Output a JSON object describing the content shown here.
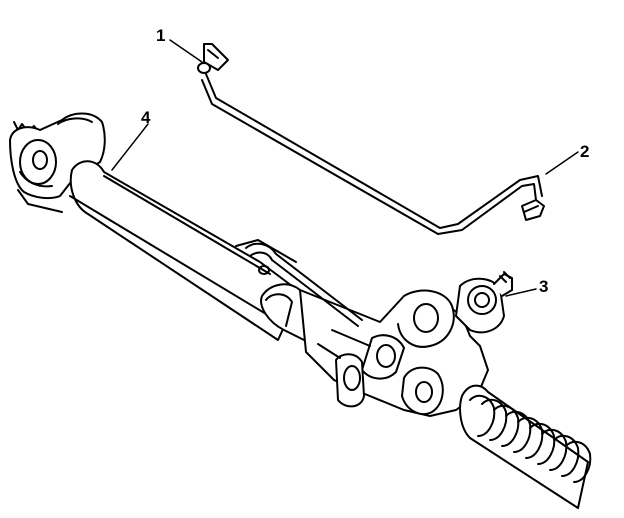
{
  "callouts": [
    {
      "label": "1",
      "part": "pipe-fitting-top"
    },
    {
      "label": "2",
      "part": "pipe-fitting-end"
    },
    {
      "label": "3",
      "part": "valve-inlet-fitting"
    },
    {
      "label": "4",
      "part": "rack-housing-tube"
    }
  ],
  "colors": {
    "stroke": "#000000",
    "fill": "#ffffff"
  }
}
